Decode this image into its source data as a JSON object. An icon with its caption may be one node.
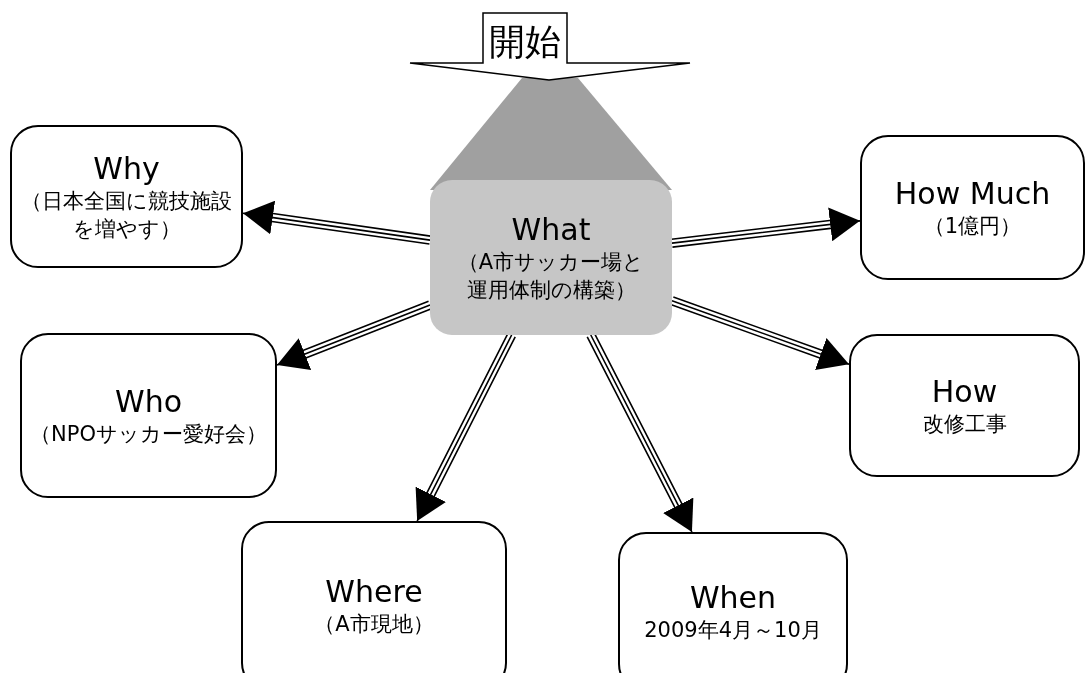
{
  "diagram": {
    "nodes": [
      {
        "text": [
          "開始"
        ]
      },
      {
        "text": [
          "What",
          "（A市サッカー場と運用体制の構築）"
        ]
      },
      {
        "text": [
          "Why",
          "（日本全国に競技施設を増やす）"
        ]
      },
      {
        "text": [
          "How Much",
          "（1億円）"
        ]
      },
      {
        "text": [
          "Who",
          "（NPOサッカー愛好会）"
        ]
      },
      {
        "text": [
          "How",
          "改修工事"
        ]
      },
      {
        "text": [
          "Where",
          "（A市現地）"
        ]
      },
      {
        "text": [
          "When",
          "2009年4月～10月"
        ]
      }
    ],
    "edges": [
      {
        "from": 1,
        "to": 2,
        "arrow": "to"
      },
      {
        "from": 1,
        "to": 3,
        "arrow": "to"
      },
      {
        "from": 1,
        "to": 4,
        "arrow": "to"
      },
      {
        "from": 1,
        "to": 5,
        "arrow": "to"
      },
      {
        "from": 1,
        "to": 6,
        "arrow": "to"
      },
      {
        "from": 1,
        "to": 7,
        "arrow": "to"
      }
    ]
  }
}
